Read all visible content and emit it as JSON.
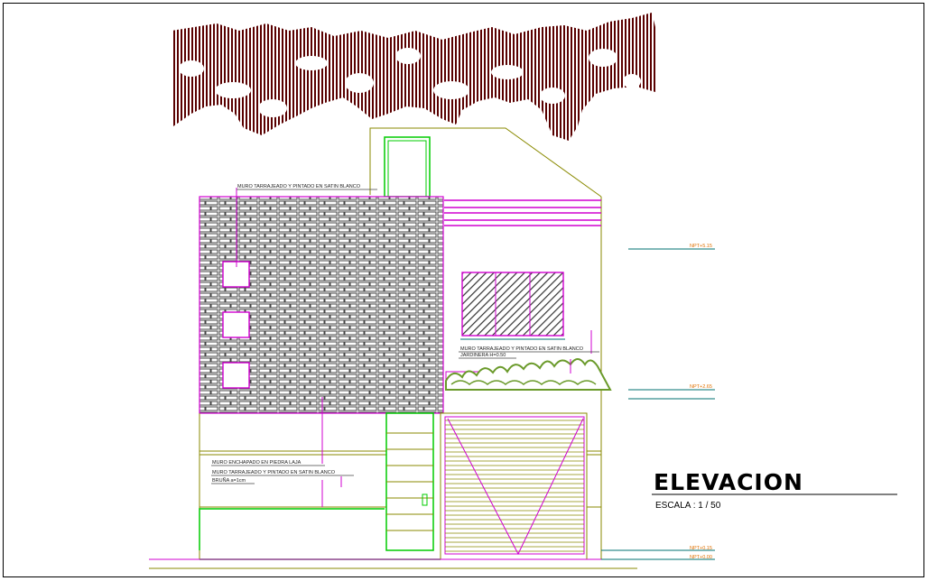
{
  "drawing": {
    "title": "ELEVACION",
    "scale": "ESCALA : 1 / 50"
  },
  "annotations": {
    "wall_plaster_top": "MURO TARRAJEADO Y PINTADO EN SATIN BLANCO",
    "wall_plaster_mid": "MURO TARRAJEADO Y PINTADO EN SATIN BLANCO",
    "planter": "JARDINERA H=0.50",
    "stone_veneer": "MURO ENCHAPADO EN PIEDRA  LAJA",
    "wall_plaster_low": "MURO TARRAJEADO Y PINTADO EN SATIN BLANCO",
    "bruna": "BRUÑA a=1cm"
  },
  "levels": {
    "upper": "NPT+5.15",
    "middle": "NPT+2.65",
    "lower": "NPT+0.15",
    "ground": "NPT+0.00"
  },
  "colors": {
    "background": "#ffffff",
    "tree": "#5a0000",
    "outline": "#8a8a00",
    "stone": "#444444",
    "magenta": "#d000d0",
    "green": "#00cc00",
    "level_line": "#007070",
    "level_text": "#e07000",
    "plant": "#6a9a2a",
    "frame": "#000000"
  }
}
